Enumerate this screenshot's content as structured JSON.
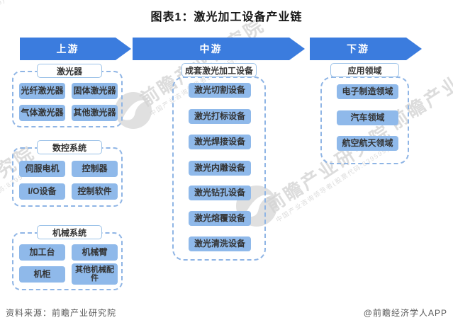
{
  "title": "图表1：激光加工设备产业链",
  "sections": {
    "upstream": {
      "arrow_label": "上游",
      "groups": [
        {
          "title": "激光器",
          "items": [
            "光纤激光器",
            "固体激光器",
            "气体激光器",
            "其他激光器"
          ]
        },
        {
          "title": "数控系统",
          "items": [
            "伺服电机",
            "控制器",
            "I/O设备",
            "控制软件"
          ]
        },
        {
          "title": "机械系统",
          "items": [
            "加工台",
            "机械臂",
            "机柜",
            "其他机械配件"
          ]
        }
      ]
    },
    "midstream": {
      "arrow_label": "中游",
      "group": {
        "title": "成套激光加工设备",
        "items": [
          "激光切割设备",
          "激光打标设备",
          "激光焊接设备",
          "激光内雕设备",
          "激光钻孔设备",
          "激光熔覆设备",
          "激光清洗设备"
        ]
      }
    },
    "downstream": {
      "arrow_label": "下游",
      "group": {
        "title": "应用领域",
        "items": [
          "电子制造领域",
          "汽车领域",
          "航空航天领域"
        ]
      }
    }
  },
  "footer": {
    "source_label": "资料来源：前瞻产业研究院",
    "credit_label": "@前瞻经济学人APP"
  },
  "watermark": {
    "brand": "前瞻产业研究院",
    "tagline": "中国产业咨询领导者(股票代码:839599)"
  },
  "colors": {
    "arrow_blue": "#3b7cde",
    "item_blue": "#8fb9ea",
    "title_box_border": "#9cc2e8",
    "dash_border": "#8fb5e5",
    "text_dark": "#333333",
    "footer_gray": "#595959",
    "watermark_gray": "#d4d4d4"
  }
}
